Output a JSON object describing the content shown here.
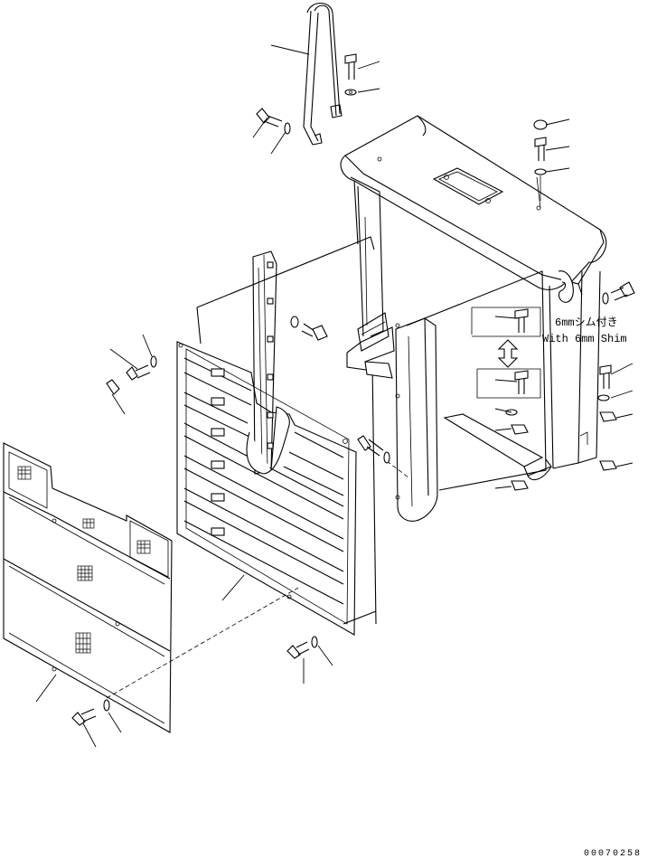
{
  "shim_note": {
    "japanese": "6mmシム付き",
    "english": "With 6mm Shim"
  },
  "drawing_code": "00070258"
}
